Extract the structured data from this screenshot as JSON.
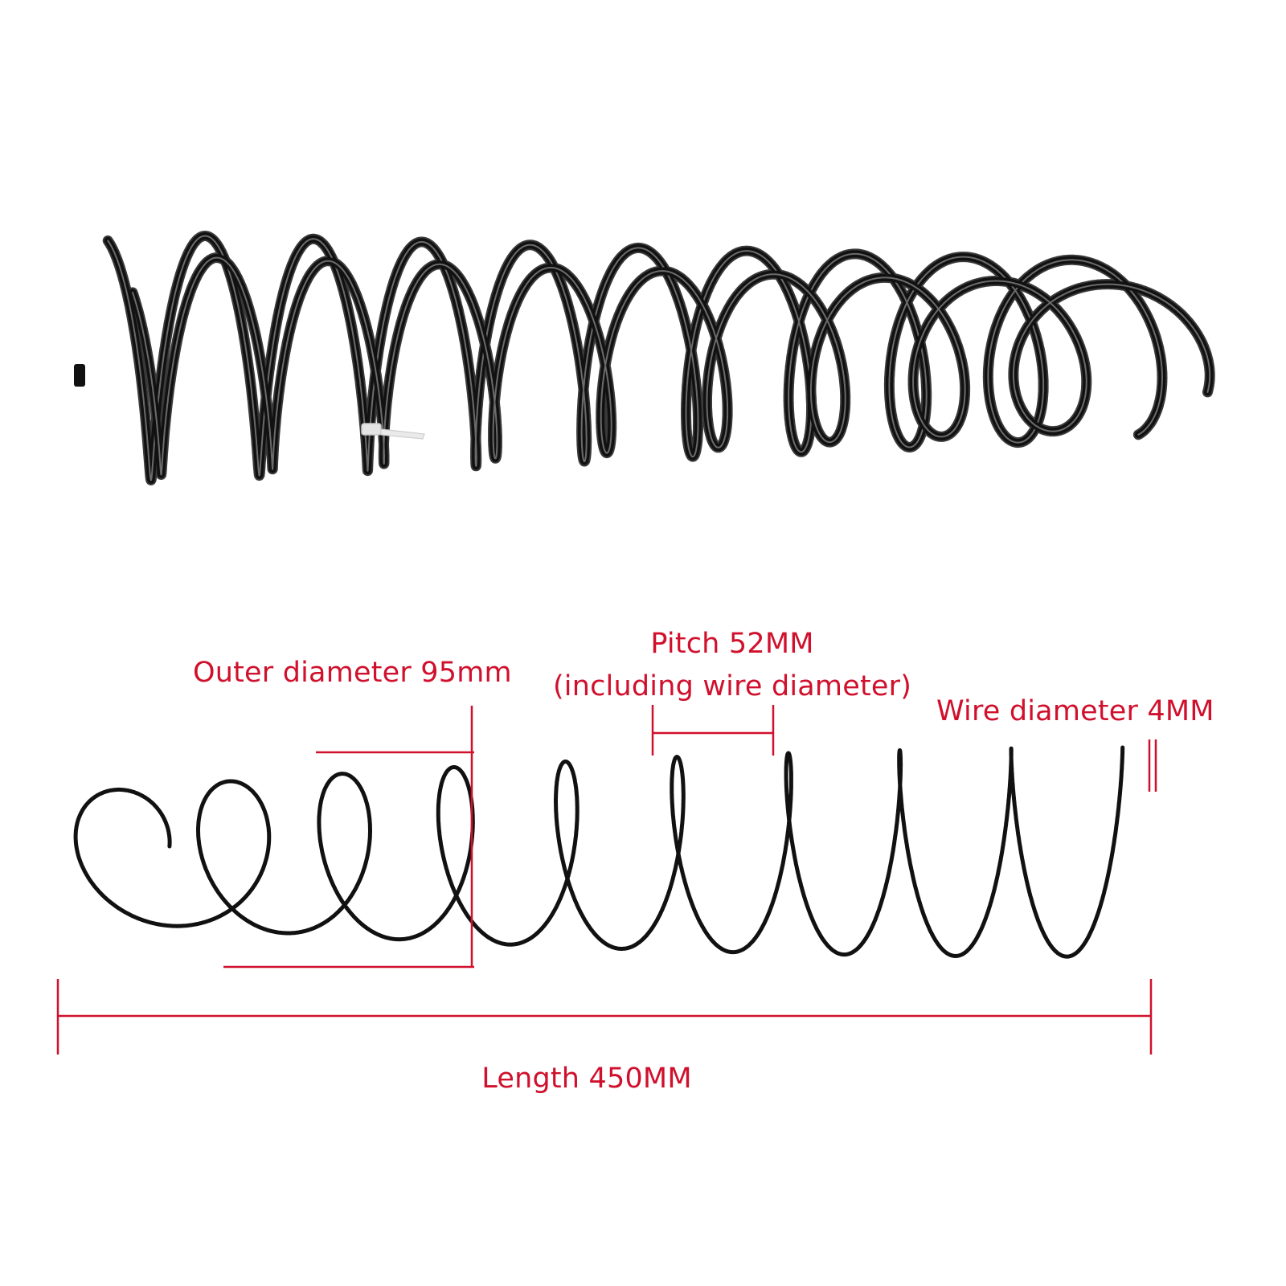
{
  "colors": {
    "background": "#ffffff",
    "spring_wire": "#111111",
    "spring_highlight": "#6b6b6b",
    "annotation": "#d0102c",
    "cable_tie": "#e4e4e4"
  },
  "photo": {
    "icon": "coil-spring-pair-icon"
  },
  "diagram": {
    "icon": "coil-spring-outline-icon",
    "labels": {
      "outer_diameter": "Outer diameter 95mm",
      "pitch_line1": "Pitch 52MM",
      "pitch_line2": "(including wire diameter)",
      "wire_diameter": "Wire diameter 4MM",
      "length": "Length 450MM"
    }
  }
}
